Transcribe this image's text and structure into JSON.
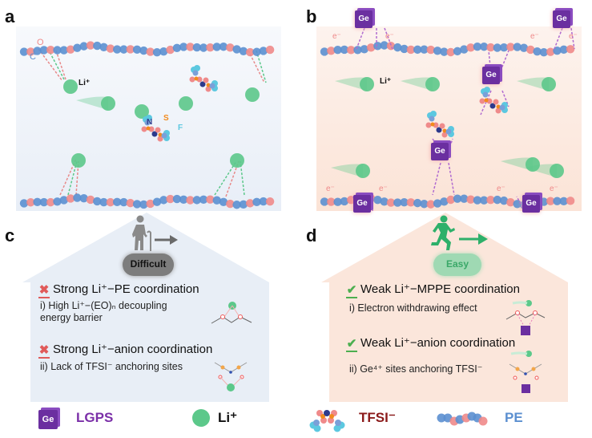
{
  "panels": {
    "a": {
      "letter": "a",
      "atom_labels": {
        "O": "O",
        "C": "C",
        "li": "Li⁺",
        "N": "N",
        "S": "S",
        "F": "F"
      }
    },
    "b": {
      "letter": "b",
      "ge_label": "Ge",
      "electron_label": "e⁻",
      "li": "Li⁺"
    },
    "c": {
      "letter": "c",
      "badge": "Difficult",
      "items": [
        {
          "title": "Strong Li⁺−PE coordination",
          "sub": "i) High Li⁺−(EO)ₙ decoupling energy barrier"
        },
        {
          "title": "Strong Li⁺−anion coordination",
          "sub": "ii) Lack of TFSI⁻ anchoring sites"
        }
      ]
    },
    "d": {
      "letter": "d",
      "badge": "Easy",
      "items": [
        {
          "title": "Weak Li⁺−MPPE coordination",
          "sub": "i) Electron withdrawing effect"
        },
        {
          "title": "Weak Li⁺−anion coordination",
          "sub": "ii) Ge⁴⁺ sites anchoring TFSI⁻"
        }
      ]
    }
  },
  "legend": [
    {
      "icon": "ge-cube-icon",
      "icon_text": "Ge",
      "label": "LGPS",
      "color": "#7b2fa8"
    },
    {
      "icon": "li-ion-icon",
      "label": "Li⁺",
      "color": "#111111"
    },
    {
      "icon": "tfsi-molecule-icon",
      "label": "TFSI⁻",
      "color": "#8b1a1a"
    },
    {
      "icon": "pe-chain-icon",
      "label": "PE",
      "color": "#5b8fd0"
    }
  ],
  "colors": {
    "carbon": "#5b8fd0",
    "oxygen": "#ef8a8a",
    "lithium": "#5cc88a",
    "sulfur": "#f28a1c",
    "nitrogen": "#2d3a8c",
    "fluorine": "#5cc8e0",
    "ge": "#6b2fa0",
    "cross": "#e05a5a",
    "check": "#4caf50",
    "difficult_bg": "#7a7a7a",
    "easy_bg": "#8fd4a8",
    "roof_c": "#e6edf6",
    "roof_d": "#fbe4d8"
  }
}
